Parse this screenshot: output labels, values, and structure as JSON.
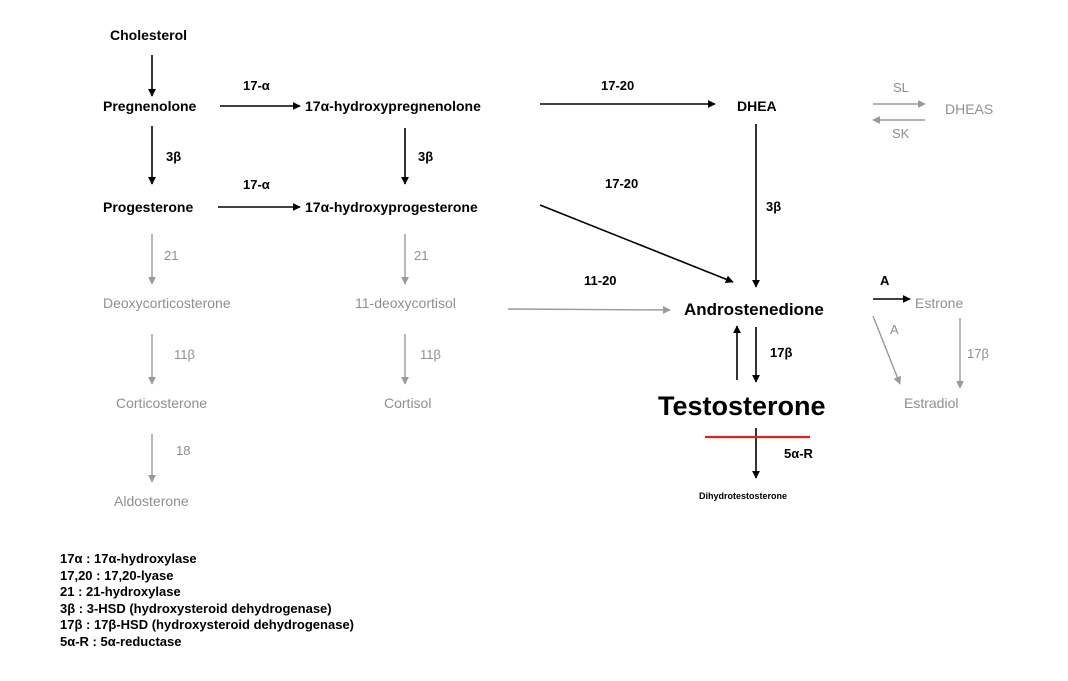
{
  "compounds": {
    "cholesterol": "Cholesterol",
    "pregnenolone": "Pregnenolone",
    "hydroxypregnenolone": "17α-hydroxypregnenolone",
    "dhea": "DHEA",
    "dheas": "DHEAS",
    "progesterone": "Progesterone",
    "hydroxyprogesterone": "17α-hydroxyprogesterone",
    "deoxycorticosterone": "Deoxycorticosterone",
    "deoxycortisol": "11-deoxycortisol",
    "androstenedione": "Androstenedione",
    "estrone": "Estrone",
    "corticosterone": "Corticosterone",
    "cortisol": "Cortisol",
    "testosterone": "Testosterone",
    "estradiol": "Estradiol",
    "aldosterone": "Aldosterone",
    "dihydrotestosterone": "Dihydrotestosterone"
  },
  "enzymes": {
    "preg_to_17oh": "17-α",
    "prog_to_17oh": "17-α",
    "lyase_dhea": "17-20",
    "lyase_andro": "17-20",
    "lyase_11": "11-20",
    "sl": "SL",
    "sk": "SK",
    "hsd_left": "3β",
    "hsd_mid": "3β",
    "hsd_right": "3β",
    "hydroxylase21_left": "21",
    "hydroxylase21_mid": "21",
    "beta11_left": "11β",
    "beta11_mid": "11β",
    "aldo18": "18",
    "hsd17_andro": "17β",
    "hsd17_estrone": "17β",
    "aromatase_estrone": "A",
    "aromatase_estradiol": "A",
    "reductase": "5α-R"
  },
  "legend": [
    "17α : 17α-hydroxylase",
    "17,20 : 17,20-lyase",
    "21 : 21-hydroxylase",
    "3β : 3-HSD (hydroxysteroid dehydrogenase)",
    "17β : 17β-HSD (hydroxysteroid dehydrogenase)",
    "5α-R : 5α-reductase"
  ],
  "colors": {
    "active": "#000000",
    "inactive": "#8f8f8f",
    "block_line": "#e02020"
  }
}
